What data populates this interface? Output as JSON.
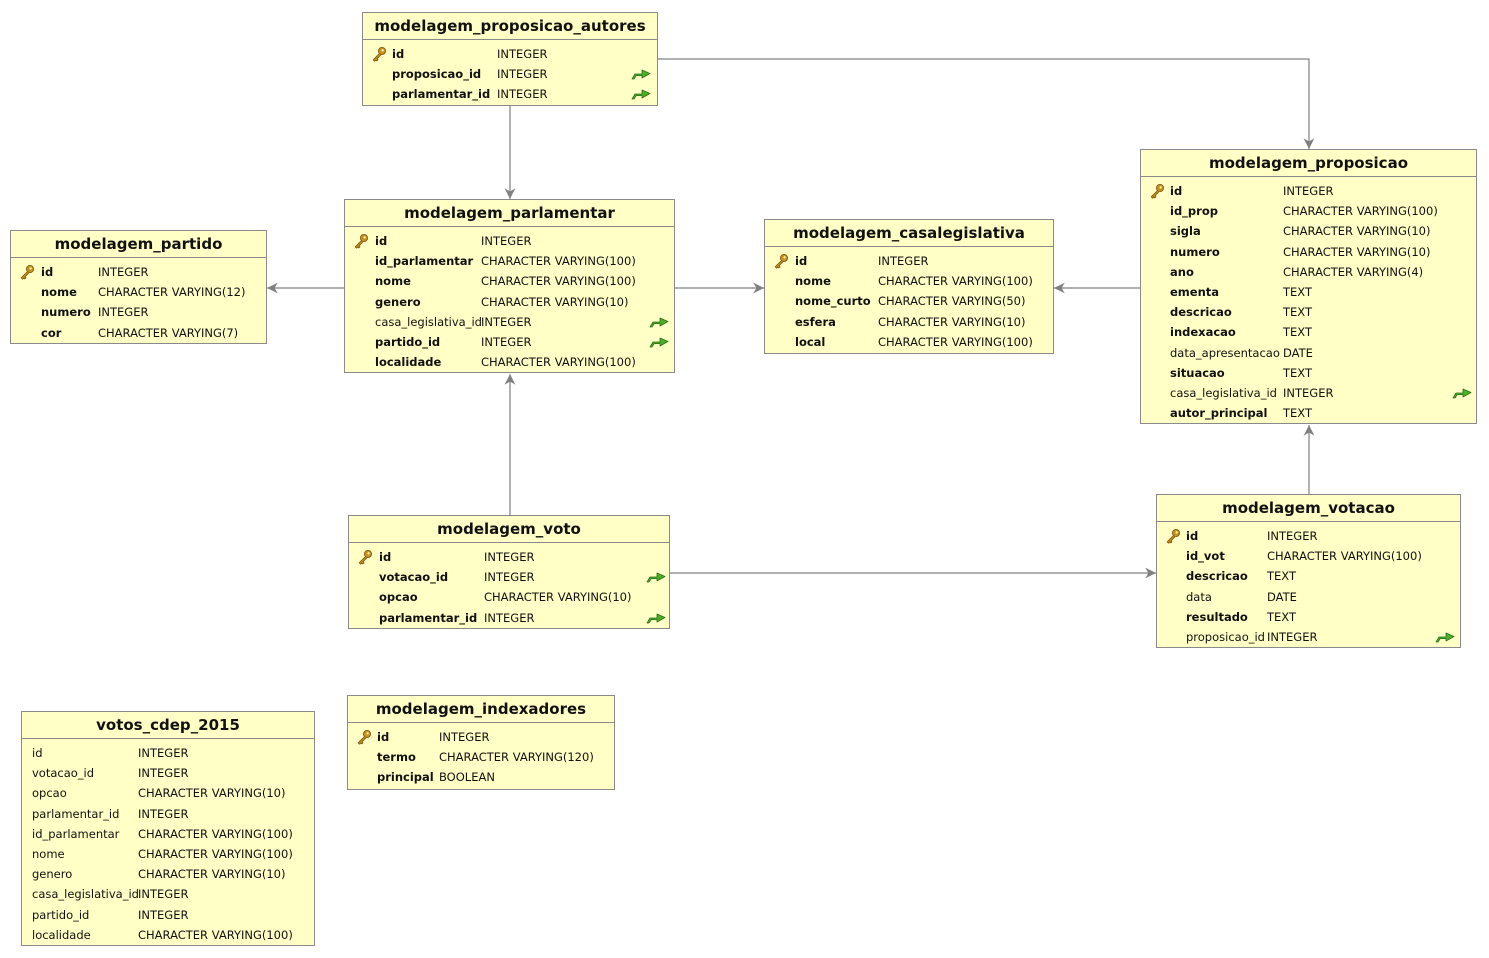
{
  "tables": [
    {
      "key": "proposicao_autores",
      "name": "modelagem_proposicao_autores",
      "columns": [
        {
          "name": "id",
          "type": "INTEGER",
          "pk": true,
          "fk": false,
          "bold": true
        },
        {
          "name": "proposicao_id",
          "type": "INTEGER",
          "pk": false,
          "fk": true,
          "bold": true
        },
        {
          "name": "parlamentar_id",
          "type": "INTEGER",
          "pk": false,
          "fk": true,
          "bold": true
        }
      ]
    },
    {
      "key": "parlamentar",
      "name": "modelagem_parlamentar",
      "columns": [
        {
          "name": "id",
          "type": "INTEGER",
          "pk": true,
          "fk": false,
          "bold": true
        },
        {
          "name": "id_parlamentar",
          "type": "CHARACTER VARYING(100)",
          "pk": false,
          "fk": false,
          "bold": true
        },
        {
          "name": "nome",
          "type": "CHARACTER VARYING(100)",
          "pk": false,
          "fk": false,
          "bold": true
        },
        {
          "name": "genero",
          "type": "CHARACTER VARYING(10)",
          "pk": false,
          "fk": false,
          "bold": true
        },
        {
          "name": "casa_legislativa_id",
          "type": "INTEGER",
          "pk": false,
          "fk": true,
          "bold": false
        },
        {
          "name": "partido_id",
          "type": "INTEGER",
          "pk": false,
          "fk": true,
          "bold": true
        },
        {
          "name": "localidade",
          "type": "CHARACTER VARYING(100)",
          "pk": false,
          "fk": false,
          "bold": true
        }
      ]
    },
    {
      "key": "partido",
      "name": "modelagem_partido",
      "columns": [
        {
          "name": "id",
          "type": "INTEGER",
          "pk": true,
          "fk": false,
          "bold": true
        },
        {
          "name": "nome",
          "type": "CHARACTER VARYING(12)",
          "pk": false,
          "fk": false,
          "bold": true
        },
        {
          "name": "numero",
          "type": "INTEGER",
          "pk": false,
          "fk": false,
          "bold": true
        },
        {
          "name": "cor",
          "type": "CHARACTER VARYING(7)",
          "pk": false,
          "fk": false,
          "bold": true
        }
      ]
    },
    {
      "key": "casalegislativa",
      "name": "modelagem_casalegislativa",
      "columns": [
        {
          "name": "id",
          "type": "INTEGER",
          "pk": true,
          "fk": false,
          "bold": true
        },
        {
          "name": "nome",
          "type": "CHARACTER VARYING(100)",
          "pk": false,
          "fk": false,
          "bold": true
        },
        {
          "name": "nome_curto",
          "type": "CHARACTER VARYING(50)",
          "pk": false,
          "fk": false,
          "bold": true
        },
        {
          "name": "esfera",
          "type": "CHARACTER VARYING(10)",
          "pk": false,
          "fk": false,
          "bold": true
        },
        {
          "name": "local",
          "type": "CHARACTER VARYING(100)",
          "pk": false,
          "fk": false,
          "bold": true
        }
      ]
    },
    {
      "key": "proposicao",
      "name": "modelagem_proposicao",
      "columns": [
        {
          "name": "id",
          "type": "INTEGER",
          "pk": true,
          "fk": false,
          "bold": true
        },
        {
          "name": "id_prop",
          "type": "CHARACTER VARYING(100)",
          "pk": false,
          "fk": false,
          "bold": true
        },
        {
          "name": "sigla",
          "type": "CHARACTER VARYING(10)",
          "pk": false,
          "fk": false,
          "bold": true
        },
        {
          "name": "numero",
          "type": "CHARACTER VARYING(10)",
          "pk": false,
          "fk": false,
          "bold": true
        },
        {
          "name": "ano",
          "type": "CHARACTER VARYING(4)",
          "pk": false,
          "fk": false,
          "bold": true
        },
        {
          "name": "ementa",
          "type": "TEXT",
          "pk": false,
          "fk": false,
          "bold": true
        },
        {
          "name": "descricao",
          "type": "TEXT",
          "pk": false,
          "fk": false,
          "bold": true
        },
        {
          "name": "indexacao",
          "type": "TEXT",
          "pk": false,
          "fk": false,
          "bold": true
        },
        {
          "name": "data_apresentacao",
          "type": "DATE",
          "pk": false,
          "fk": false,
          "bold": false
        },
        {
          "name": "situacao",
          "type": "TEXT",
          "pk": false,
          "fk": false,
          "bold": true
        },
        {
          "name": "casa_legislativa_id",
          "type": "INTEGER",
          "pk": false,
          "fk": true,
          "bold": false
        },
        {
          "name": "autor_principal",
          "type": "TEXT",
          "pk": false,
          "fk": false,
          "bold": true
        }
      ]
    },
    {
      "key": "voto",
      "name": "modelagem_voto",
      "columns": [
        {
          "name": "id",
          "type": "INTEGER",
          "pk": true,
          "fk": false,
          "bold": true
        },
        {
          "name": "votacao_id",
          "type": "INTEGER",
          "pk": false,
          "fk": true,
          "bold": true
        },
        {
          "name": "opcao",
          "type": "CHARACTER VARYING(10)",
          "pk": false,
          "fk": false,
          "bold": true
        },
        {
          "name": "parlamentar_id",
          "type": "INTEGER",
          "pk": false,
          "fk": true,
          "bold": true
        }
      ]
    },
    {
      "key": "votacao",
      "name": "modelagem_votacao",
      "columns": [
        {
          "name": "id",
          "type": "INTEGER",
          "pk": true,
          "fk": false,
          "bold": true
        },
        {
          "name": "id_vot",
          "type": "CHARACTER VARYING(100)",
          "pk": false,
          "fk": false,
          "bold": true
        },
        {
          "name": "descricao",
          "type": "TEXT",
          "pk": false,
          "fk": false,
          "bold": true
        },
        {
          "name": "data",
          "type": "DATE",
          "pk": false,
          "fk": false,
          "bold": false
        },
        {
          "name": "resultado",
          "type": "TEXT",
          "pk": false,
          "fk": false,
          "bold": true
        },
        {
          "name": "proposicao_id",
          "type": "INTEGER",
          "pk": false,
          "fk": true,
          "bold": false
        }
      ]
    },
    {
      "key": "votos_cdep",
      "name": "votos_cdep_2015",
      "columns": [
        {
          "name": "id",
          "type": "INTEGER",
          "pk": false,
          "fk": false,
          "bold": false
        },
        {
          "name": "votacao_id",
          "type": "INTEGER",
          "pk": false,
          "fk": false,
          "bold": false
        },
        {
          "name": "opcao",
          "type": "CHARACTER VARYING(10)",
          "pk": false,
          "fk": false,
          "bold": false
        },
        {
          "name": "parlamentar_id",
          "type": "INTEGER",
          "pk": false,
          "fk": false,
          "bold": false
        },
        {
          "name": "id_parlamentar",
          "type": "CHARACTER VARYING(100)",
          "pk": false,
          "fk": false,
          "bold": false
        },
        {
          "name": "nome",
          "type": "CHARACTER VARYING(100)",
          "pk": false,
          "fk": false,
          "bold": false
        },
        {
          "name": "genero",
          "type": "CHARACTER VARYING(10)",
          "pk": false,
          "fk": false,
          "bold": false
        },
        {
          "name": "casa_legislativa_id",
          "type": "INTEGER",
          "pk": false,
          "fk": false,
          "bold": false
        },
        {
          "name": "partido_id",
          "type": "INTEGER",
          "pk": false,
          "fk": false,
          "bold": false
        },
        {
          "name": "localidade",
          "type": "CHARACTER VARYING(100)",
          "pk": false,
          "fk": false,
          "bold": false
        }
      ]
    },
    {
      "key": "indexadores",
      "name": "modelagem_indexadores",
      "columns": [
        {
          "name": "id",
          "type": "INTEGER",
          "pk": true,
          "fk": false,
          "bold": true
        },
        {
          "name": "termo",
          "type": "CHARACTER VARYING(120)",
          "pk": false,
          "fk": false,
          "bold": true
        },
        {
          "name": "principal",
          "type": "BOOLEAN",
          "pk": false,
          "fk": false,
          "bold": true
        }
      ]
    }
  ],
  "relationships": [
    {
      "from": "proposicao_autores",
      "to": "parlamentar"
    },
    {
      "from": "proposicao_autores",
      "to": "proposicao"
    },
    {
      "from": "parlamentar",
      "to": "partido"
    },
    {
      "from": "parlamentar",
      "to": "casalegislativa"
    },
    {
      "from": "proposicao",
      "to": "casalegislativa"
    },
    {
      "from": "voto",
      "to": "parlamentar"
    },
    {
      "from": "voto",
      "to": "votacao"
    },
    {
      "from": "votacao",
      "to": "proposicao"
    }
  ],
  "colors": {
    "table_fill": "#ffffc6",
    "border": "#8a8a8a",
    "connector": "#808080",
    "fk_icon": "#4caf2a",
    "pk_icon": "#c8901e"
  }
}
